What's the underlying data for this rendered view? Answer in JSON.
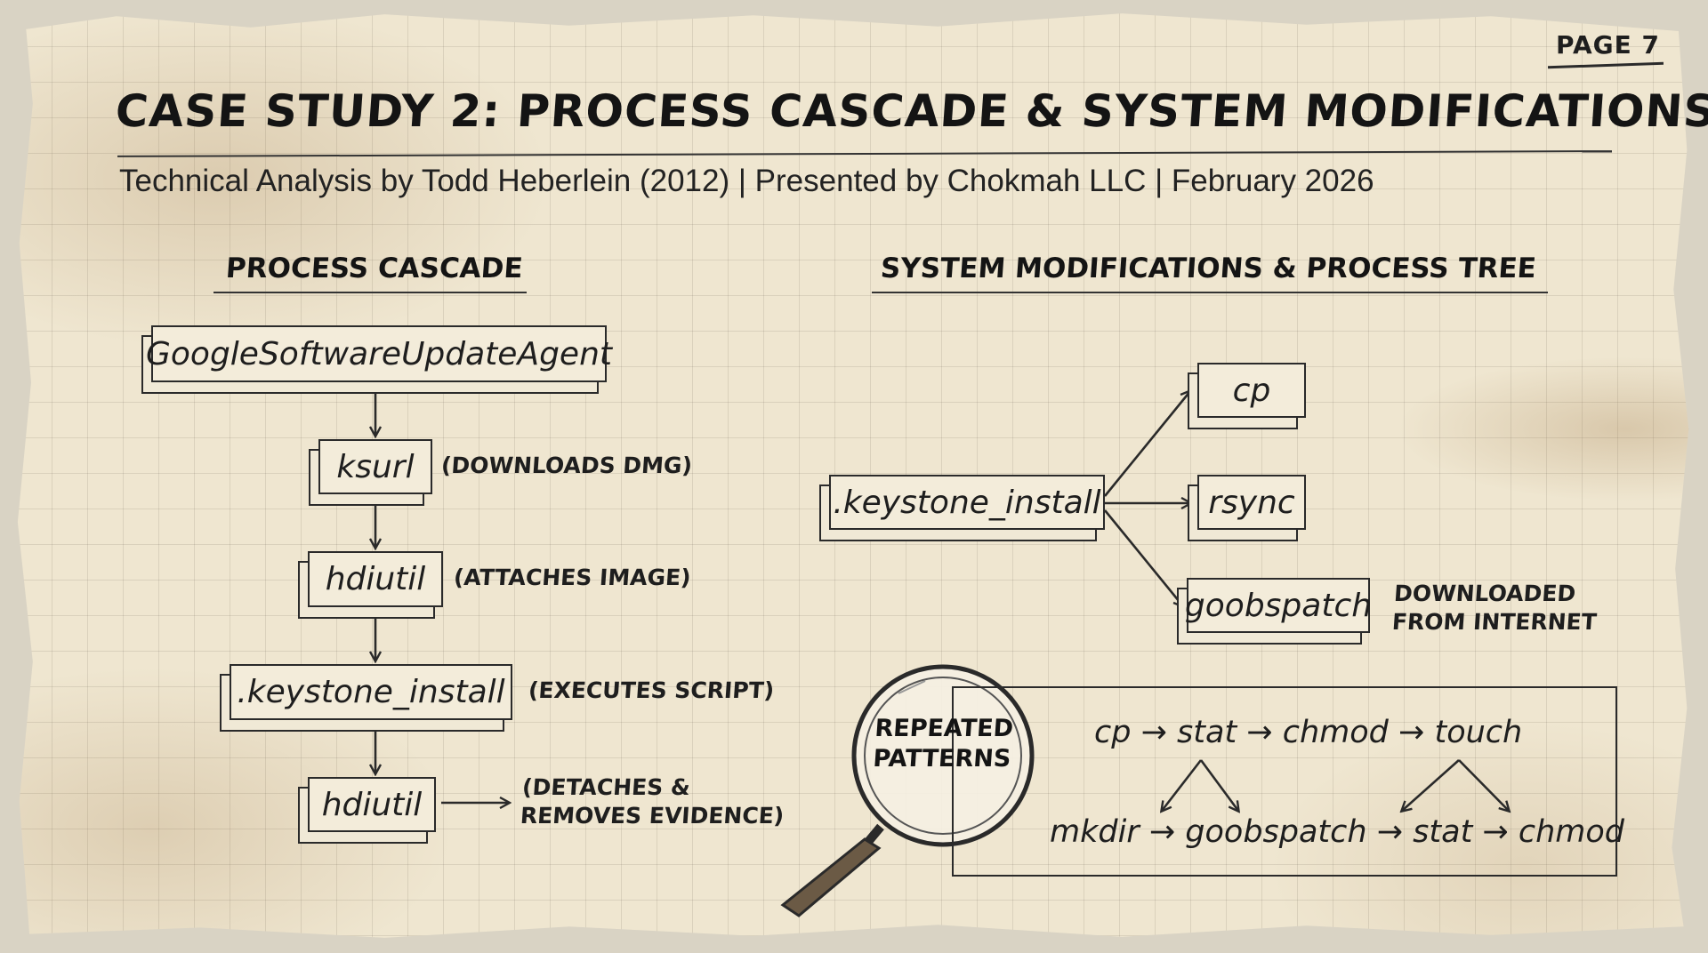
{
  "page": {
    "label": "PAGE 7"
  },
  "header": {
    "title": "CASE STUDY 2: PROCESS CASCADE & SYSTEM MODIFICATIONS",
    "subtitle": "Technical Analysis by Todd Heberlein (2012) | Presented by Chokmah LLC | February 2026"
  },
  "cascade": {
    "heading": "PROCESS CASCADE",
    "steps": [
      {
        "label": "GoogleSoftwareUpdateAgent",
        "note": ""
      },
      {
        "label": "ksurl",
        "note": "(DOWNLOADS DMG)"
      },
      {
        "label": "hdiutil",
        "note": "(ATTACHES IMAGE)"
      },
      {
        "label": ".keystone_install",
        "note": "(EXECUTES SCRIPT)"
      },
      {
        "label": "hdiutil",
        "note_line1": "(DETACHES &",
        "note_line2": "REMOVES EVIDENCE)"
      }
    ]
  },
  "tree": {
    "heading": "SYSTEM MODIFICATIONS & PROCESS TREE",
    "root": ".keystone_install",
    "children": [
      {
        "label": "cp"
      },
      {
        "label": "rsync"
      },
      {
        "label": "goobspatch",
        "note_line1": "DOWNLOADED",
        "note_line2": "FROM INTERNET"
      }
    ]
  },
  "patterns": {
    "label_line1": "REPEATED",
    "label_line2": "PATTERNS",
    "row1": "cp → stat → chmod → touch",
    "row2": "mkdir → goobspatch → stat → chmod"
  }
}
